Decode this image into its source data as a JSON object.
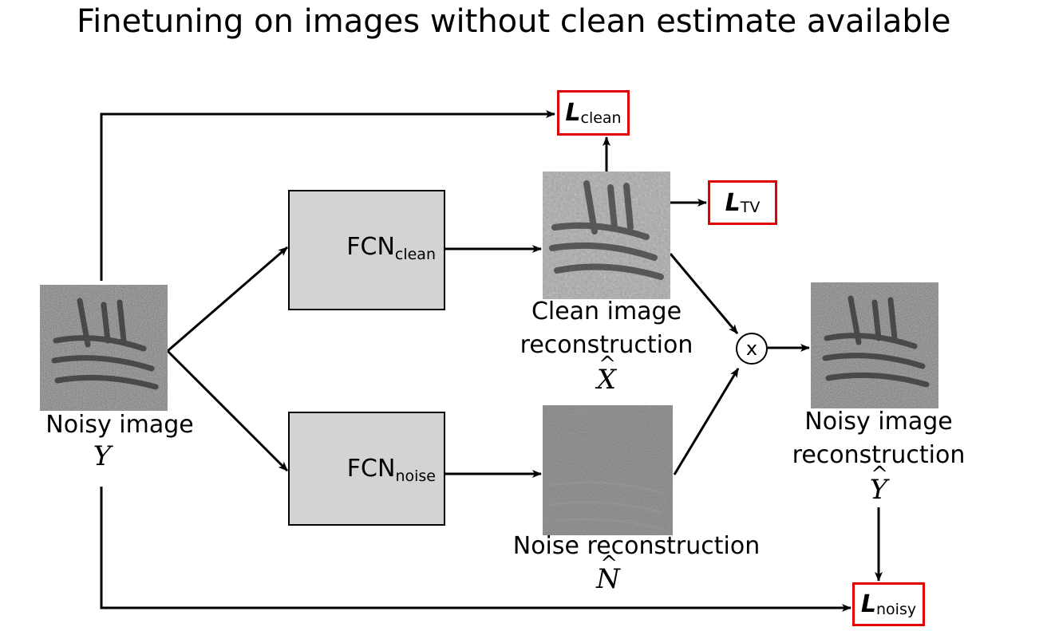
{
  "title": "Finetuning on images without clean estimate available",
  "fcn_clean": {
    "main": "FCN",
    "sub": "clean"
  },
  "fcn_noise": {
    "main": "FCN",
    "sub": "noise"
  },
  "loss_clean": {
    "main": "L",
    "sub": "clean"
  },
  "loss_tv": {
    "main": "L",
    "sub": "TV"
  },
  "loss_noisy": {
    "main": "L",
    "sub": "noisy"
  },
  "noisy_input": {
    "caption": "Noisy image",
    "symbol": "Y"
  },
  "clean_recon": {
    "caption_line1": "Clean image",
    "caption_line2": "reconstruction",
    "symbol": "X",
    "hat": "^"
  },
  "noise_recon": {
    "caption": "Noise reconstruction",
    "symbol": "N",
    "hat": "^"
  },
  "noisy_recon": {
    "caption_line1": "Noisy image",
    "caption_line2": "reconstruction",
    "symbol": "Y",
    "hat": "^"
  },
  "multiply": "x"
}
